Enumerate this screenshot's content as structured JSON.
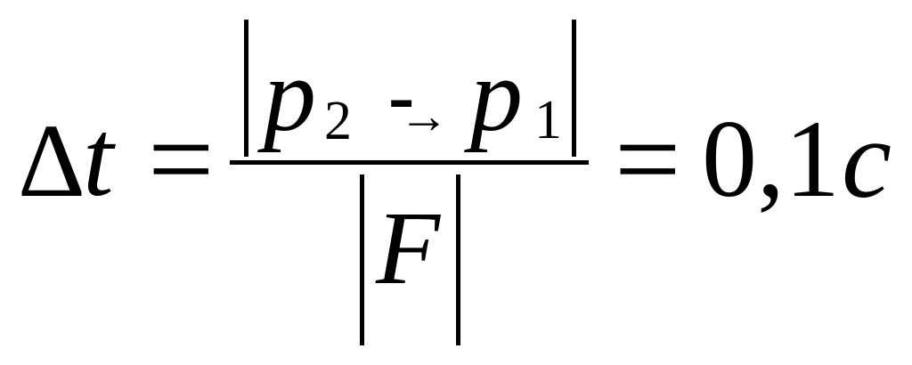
{
  "formula": {
    "lhs": {
      "delta": "Δ",
      "variable": "t"
    },
    "equals_left": "=",
    "numerator": {
      "p2": "p",
      "p2_subscript": "2",
      "minus": "-",
      "arrow": "→",
      "p1": "p",
      "p1_subscript": "1"
    },
    "denominator": {
      "force": "F"
    },
    "equals_right": "=",
    "value": "0,1",
    "unit": "c"
  }
}
